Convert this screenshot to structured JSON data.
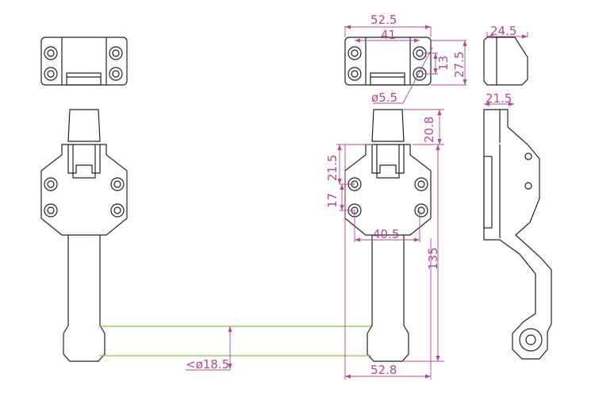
{
  "drawing": {
    "title": "Door handle latch technical drawing",
    "colors": {
      "outline": "#222222",
      "dimension": "#b4489a",
      "bar": "#8bc34a"
    },
    "dimensions": {
      "plate_width": "52.5",
      "hole_spacing_x": "41",
      "hole_spacing_y": "13",
      "plate_height": "27.5",
      "hole_diameter": "ø5.5",
      "side_depth": "24.5",
      "side_offset": "21.5",
      "cap_height": "20.8",
      "bracket_upper": "21.5",
      "bracket_hole_spacing": "17",
      "bracket_width": "40.5",
      "overall_height": "135",
      "base_width": "52.8",
      "bar_diameter": "<ø18.5"
    }
  }
}
